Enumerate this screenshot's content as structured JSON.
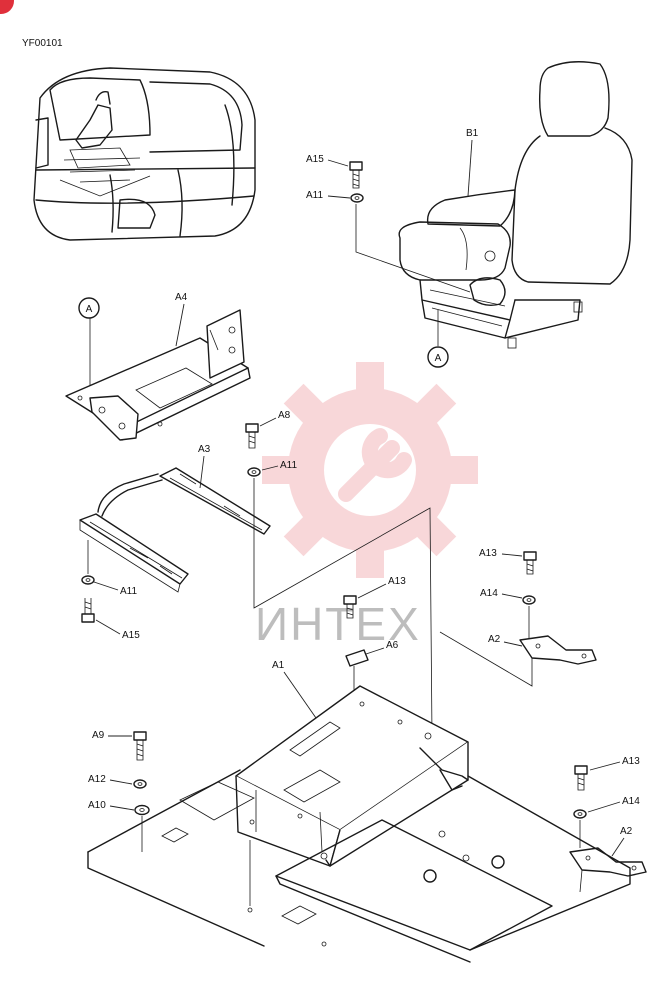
{
  "document_code": "YF00101",
  "watermark_text": "ИНТЕХ",
  "colors": {
    "badge": "#e0303b",
    "watermark_logo": "#f3b8bb",
    "watermark_text": "#bdbdbd"
  },
  "labels": {
    "B1": "B1",
    "A1": "A1",
    "A2": "A2",
    "A3": "A3",
    "A4": "A4",
    "A6": "A6",
    "A8": "A8",
    "A9": "A9",
    "A10": "A10",
    "A11": "A11",
    "A12": "A12",
    "A13": "A13",
    "A14": "A14",
    "A15": "A15",
    "ref_A": "A"
  }
}
